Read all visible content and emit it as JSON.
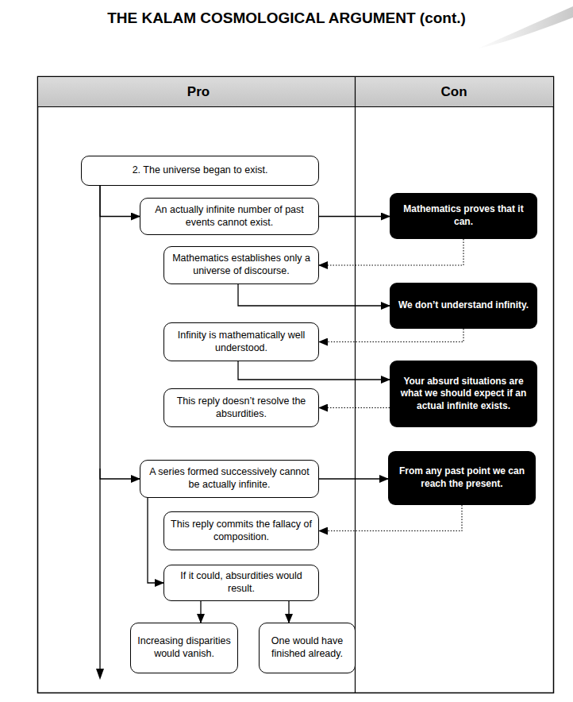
{
  "diagram": {
    "title": "THE KALAM COSMOLOGICAL ARGUMENT (cont.)",
    "nodes": [
      {
        "text": [
          "2. The universe began to exist."
        ]
      },
      {
        "text": [
          "An actually infinite number of past events cannot exist."
        ]
      },
      {
        "text": [
          "Mathematics proves that it can."
        ]
      },
      {
        "text": [
          "Mathematics establishes only a universe of discourse."
        ]
      },
      {
        "text": [
          "We don’t understand infinity."
        ]
      },
      {
        "text": [
          "Infinity is mathematically well understood."
        ]
      },
      {
        "text": [
          "Your absurd situations are what we should expect if an actual infinite exists."
        ]
      },
      {
        "text": [
          "This reply doesn’t resolve the absurdities."
        ]
      },
      {
        "text": [
          "A series formed successively cannot be actually infinite."
        ]
      },
      {
        "text": [
          "From any past point we can reach the present."
        ]
      },
      {
        "text": [
          "This reply commits the fallacy of composition."
        ]
      },
      {
        "text": [
          "If it could, absurdities would result."
        ]
      },
      {
        "text": [
          "Increasing disparities would vanish."
        ]
      },
      {
        "text": [
          "One would have finished already."
        ]
      }
    ],
    "edges": [
      {
        "from": 0,
        "to": 1,
        "arrow": "to"
      },
      {
        "from": 0,
        "to": 8,
        "arrow": "to"
      },
      {
        "from": 1,
        "to": 2,
        "arrow": "to"
      },
      {
        "from": 2,
        "to": 3,
        "arrow": "to"
      },
      {
        "from": 3,
        "to": 4,
        "arrow": "to"
      },
      {
        "from": 4,
        "to": 5,
        "arrow": "to"
      },
      {
        "from": 5,
        "to": 6,
        "arrow": "to"
      },
      {
        "from": 6,
        "to": 7,
        "arrow": "to"
      },
      {
        "from": 8,
        "to": 9,
        "arrow": "to"
      },
      {
        "from": 9,
        "to": 10,
        "arrow": "to"
      },
      {
        "from": 8,
        "to": 11,
        "arrow": "to"
      },
      {
        "from": 11,
        "to": 12,
        "arrow": "to"
      },
      {
        "from": 11,
        "to": 13,
        "arrow": "to"
      }
    ],
    "labels": [
      "Pro",
      "Con"
    ]
  }
}
